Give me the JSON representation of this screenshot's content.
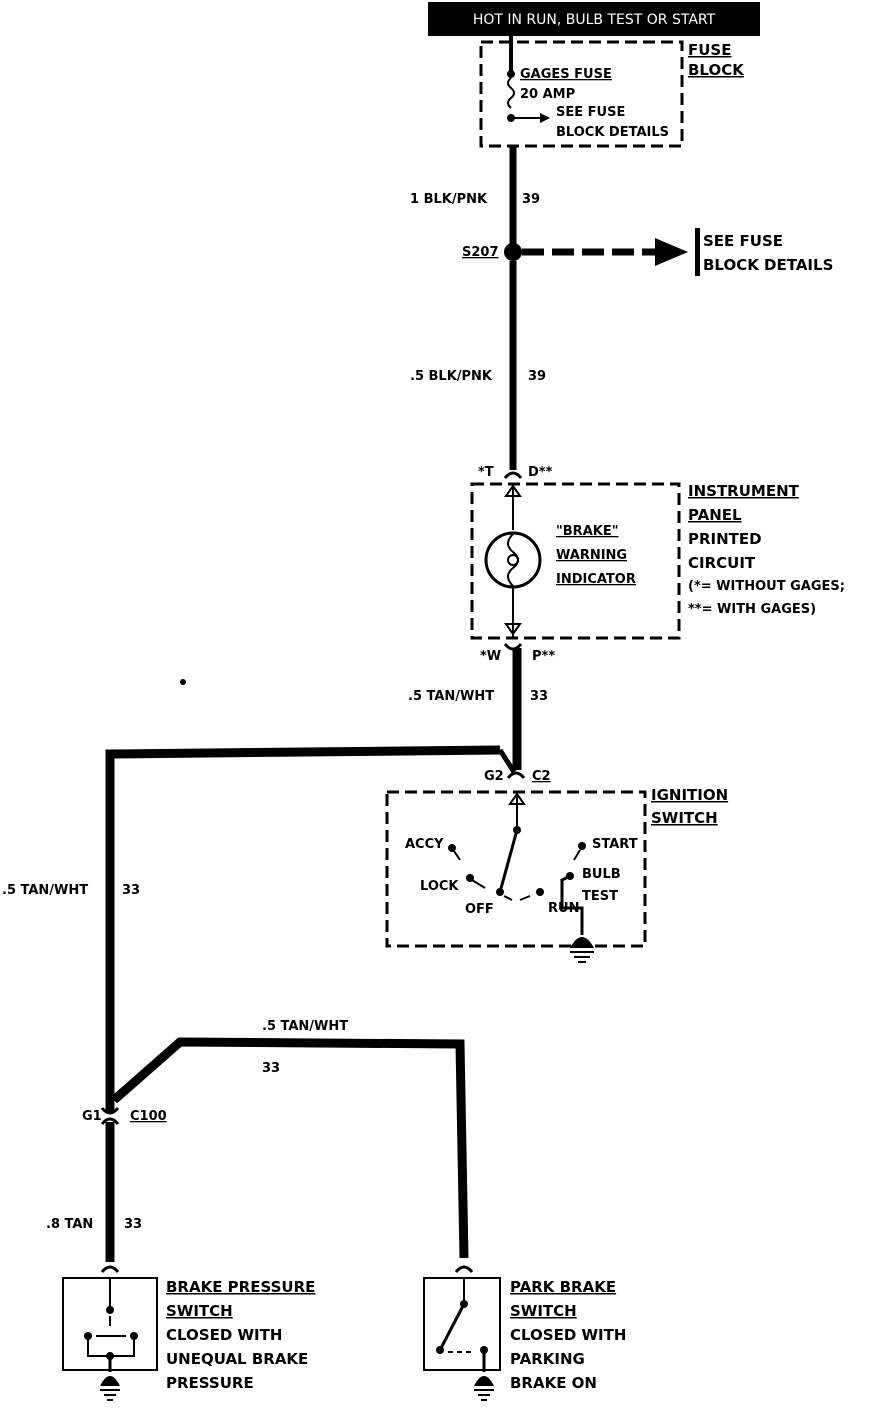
{
  "header": "HOT IN RUN, BULB TEST OR START",
  "fuse_block": {
    "title_1": "FUSE",
    "title_2": "BLOCK",
    "fuse_name": "GAGES FUSE",
    "fuse_rating": "20 AMP",
    "see_1": "SEE FUSE",
    "see_2": "BLOCK DETAILS"
  },
  "wire_top": {
    "gauge_color": "1 BLK/PNK",
    "circuit": "39"
  },
  "splice": {
    "name": "S207",
    "see_1": "SEE FUSE",
    "see_2": "BLOCK DETAILS"
  },
  "wire_mid": {
    "gauge_color": ".5 BLK/PNK",
    "circuit": "39"
  },
  "ip_connector_top": {
    "left": "*T",
    "right": "D**"
  },
  "instrument_panel": {
    "title_1": "INSTRUMENT",
    "title_2": "PANEL",
    "line_3": "PRINTED",
    "line_4": "CIRCUIT",
    "line_5": "(*= WITHOUT GAGES;",
    "line_6": "**= WITH GAGES)",
    "indicator_1": "\"BRAKE\"",
    "indicator_2": "WARNING",
    "indicator_3": "INDICATOR"
  },
  "ip_connector_bottom": {
    "left": "*W",
    "right": "P**"
  },
  "wire_tan_1": {
    "gauge_color": ".5 TAN/WHT",
    "circuit": "33"
  },
  "ignition_connector": {
    "left": "G2",
    "right": "C2"
  },
  "ignition_switch": {
    "title_1": "IGNITION",
    "title_2": "SWITCH",
    "pos_accy": "ACCY",
    "pos_lock": "LOCK",
    "pos_off": "OFF",
    "pos_run": "RUN",
    "pos_start": "START",
    "pos_bulb": "BULB",
    "pos_test": "TEST"
  },
  "wire_left": {
    "gauge_color": ".5 TAN/WHT",
    "circuit": "33"
  },
  "wire_right": {
    "gauge_color": ".5 TAN/WHT",
    "circuit": "33"
  },
  "c100": {
    "left": "G1",
    "right": "C100"
  },
  "wire_brake": {
    "gauge_color": ".8 TAN",
    "circuit": "33"
  },
  "brake_pressure_switch": {
    "title_1": "BRAKE PRESSURE",
    "title_2": "SWITCH",
    "line_3": "CLOSED WITH",
    "line_4": "UNEQUAL BRAKE",
    "line_5": "PRESSURE"
  },
  "park_brake_switch": {
    "title_1": "PARK BRAKE",
    "title_2": "SWITCH",
    "line_3": "CLOSED WITH",
    "line_4": "PARKING",
    "line_5": "BRAKE ON"
  }
}
